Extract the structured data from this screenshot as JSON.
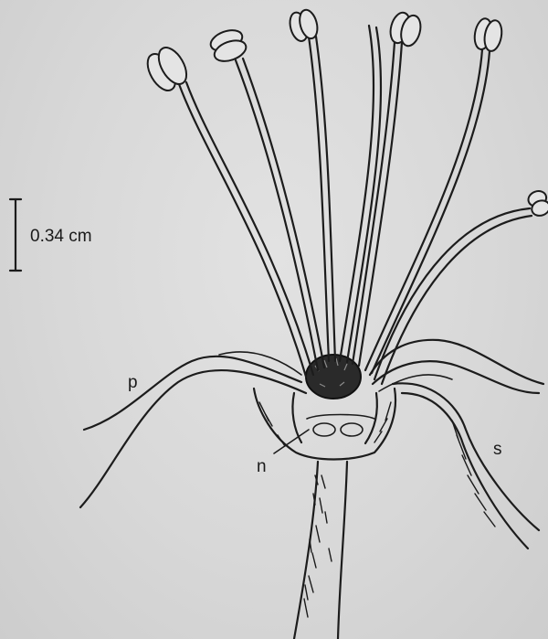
{
  "scale_bar": {
    "label": "0.34 cm"
  },
  "labels": {
    "petal": "p",
    "nectary": "n",
    "sepal": "s"
  },
  "colors": {
    "background": "#d6d6d6",
    "ink": "#1c1c1c"
  }
}
